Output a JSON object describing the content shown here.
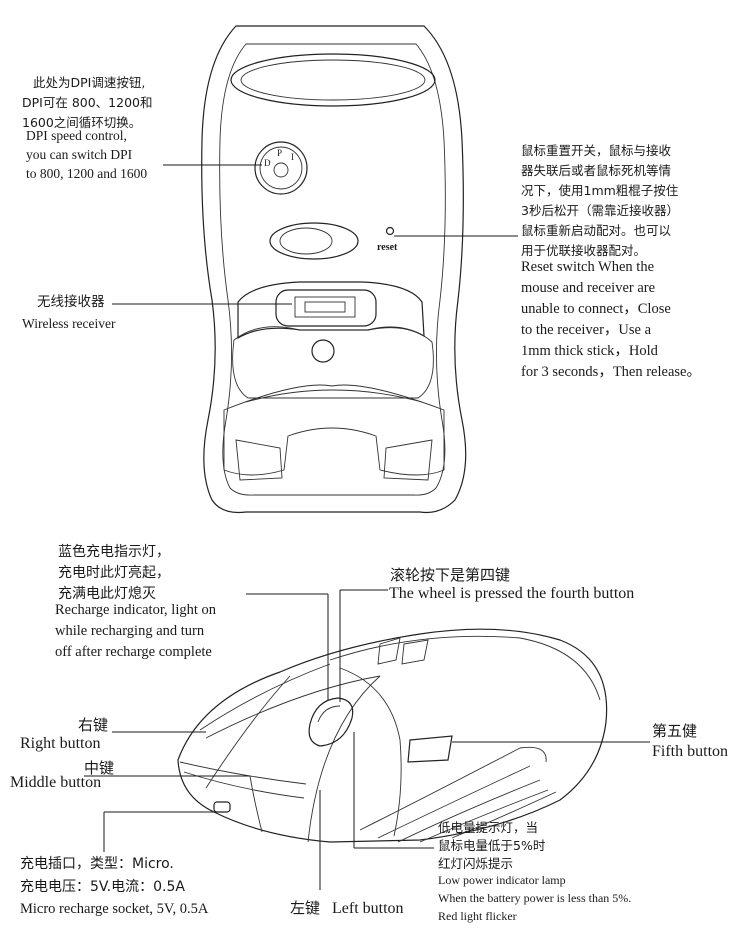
{
  "bottom_view": {
    "dpi": {
      "cn": [
        "此处为DPI调速按钮,",
        "DPI可在 800、1200和",
        "1600之间循环切换。"
      ],
      "en": [
        "DPI speed control,",
        "you can switch DPI",
        "to 800, 1200 and 1600"
      ],
      "knob_letters": [
        "D",
        "P",
        "I"
      ]
    },
    "reset": {
      "marker": "reset",
      "cn": [
        "鼠标重置开关，鼠标与接收",
        "器失联后或者鼠标死机等情",
        "况下，使用1mm粗棍子按住",
        "3秒后松开（需靠近接收器）",
        "鼠标重新启动配对。也可以",
        "用于优联接收器配对。"
      ],
      "en": [
        "Reset switch When the",
        " mouse and receiver are",
        " unable to connect，Close",
        "to the receiver，Use a",
        " 1mm thick stick，Hold",
        "for 3 seconds，Then release。"
      ]
    },
    "receiver": {
      "cn": "无线接收器",
      "en": "Wireless receiver"
    }
  },
  "side_view": {
    "indicator": {
      "cn": [
        "蓝色充电指示灯，",
        "充电时此灯亮起，",
        "充满电此灯熄灭"
      ],
      "en": [
        "Recharge indicator, light on",
        "while recharging and turn",
        "off after recharge complete"
      ]
    },
    "wheel": {
      "cn": "滚轮按下是第四键",
      "en": "The wheel is pressed the fourth button"
    },
    "right_button": {
      "cn": "右键",
      "en": "Right button"
    },
    "middle_button": {
      "cn": "中键",
      "en": "Middle button"
    },
    "fifth_button": {
      "cn": "第五健",
      "en": "Fifth button"
    },
    "charging": {
      "cn": [
        "充电插口，类型：Micro.",
        "充电电压：5V.电流：0.5A"
      ],
      "en": "Micro recharge socket, 5V, 0.5A"
    },
    "left_button": {
      "cn": "左键",
      "en": "Left button"
    },
    "low_power": {
      "cn": [
        "低电量提示灯，当",
        "鼠标电量低于5%时",
        "红灯闪烁提示"
      ],
      "en": [
        "Low power indicator lamp",
        "When the battery power is less than 5%.",
        "Red light flicker"
      ]
    }
  }
}
